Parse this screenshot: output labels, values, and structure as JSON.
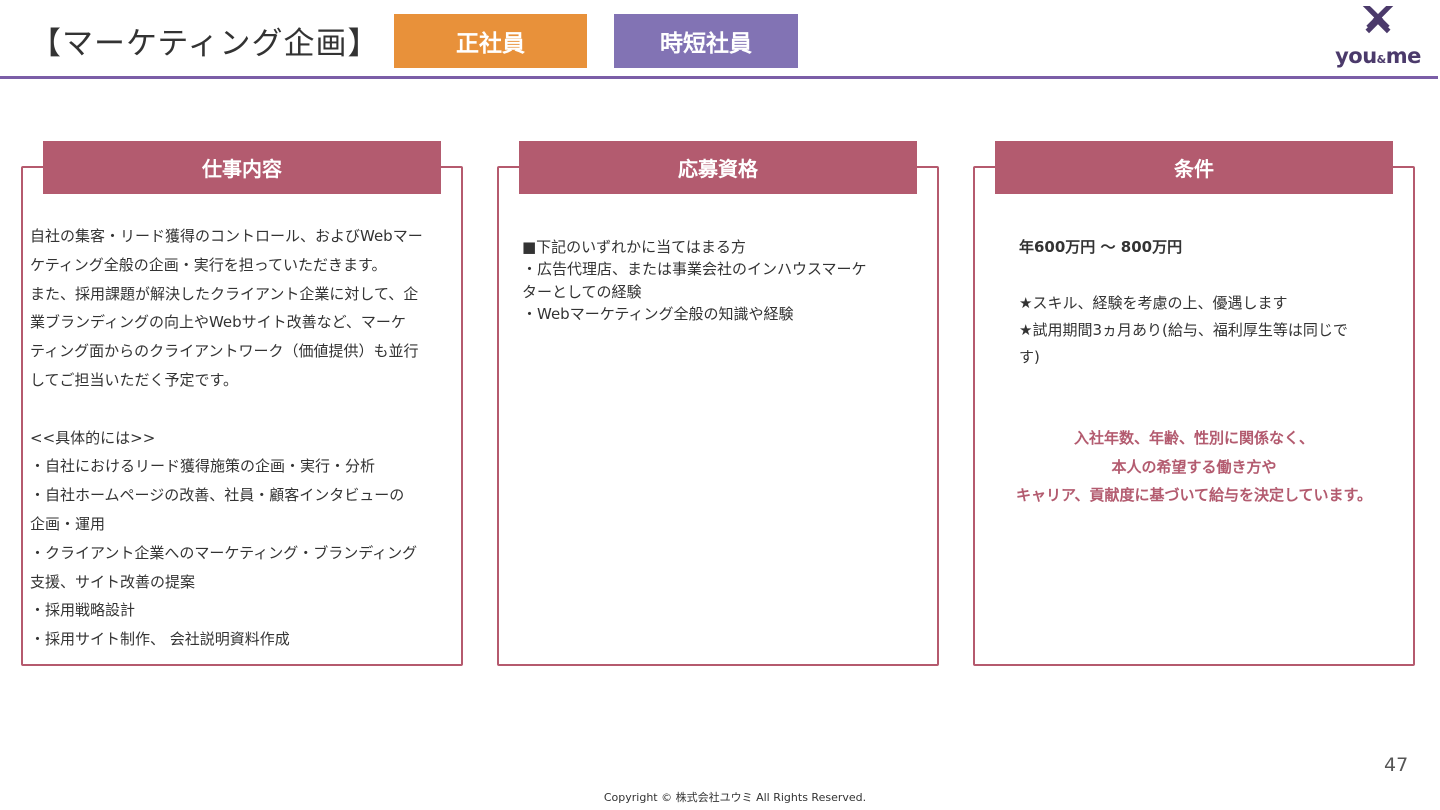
{
  "header": {
    "title": "【マーケティング企画】",
    "tag_fulltime": "正社員",
    "tag_shorttime": "時短社員",
    "logo_text_left": "you",
    "logo_text_amp": "&",
    "logo_text_right": "me"
  },
  "cards": {
    "work": {
      "heading": "仕事内容",
      "lines": [
        "自社の集客・リード獲得のコントロール、およびWebマー",
        "ケティング全般の企画・実行を担っていただきます。",
        "また、採用課題が解決したクライアント企業に対して、企",
        "業ブランディングの向上やWebサイト改善など、マーケ",
        "ティング面からのクライアントワーク（価値提供）も並行",
        "してご担当いただく予定です。",
        "",
        "<<具体的には>>",
        "・自社におけるリード獲得施策の企画・実行・分析",
        "・自社ホームページの改善、社員・顧客インタビューの",
        "企画・運用",
        "・クライアント企業へのマーケティング・ブランディング",
        "支援、サイト改善の提案",
        "・採用戦略設計",
        "・採用サイト制作、 会社説明資料作成"
      ]
    },
    "requirements": {
      "heading": "応募資格",
      "lines": [
        "■下記のいずれかに当てはまる方",
        "・広告代理店、または事業会社のインハウスマーケ",
        "ターとしての経験",
        "・Webマーケティング全般の知識や経験"
      ]
    },
    "conditions": {
      "heading": "条件",
      "salary": "年600万円 〜 800万円",
      "perks": [
        "★スキル、経験を考慮の上、優遇します",
        "★試用期間3ヵ月あり(給与、福利厚生等は同じで",
        "す)"
      ],
      "note": [
        "入社年数、年齢、性別に関係なく、",
        "本人の希望する働き方や",
        "キャリア、貢献度に基づいて給与を決定しています。"
      ]
    }
  },
  "footer": {
    "page_number": "47",
    "copyright": "Copyright © 株式会社ユウミ All Rights Reserved."
  },
  "colors": {
    "orange_tag": "#e8913a",
    "purple_tag": "#8273b4",
    "accent_rose": "#b35b6f",
    "header_rule": "#7b5ea7",
    "logo": "#4b3a6b"
  }
}
